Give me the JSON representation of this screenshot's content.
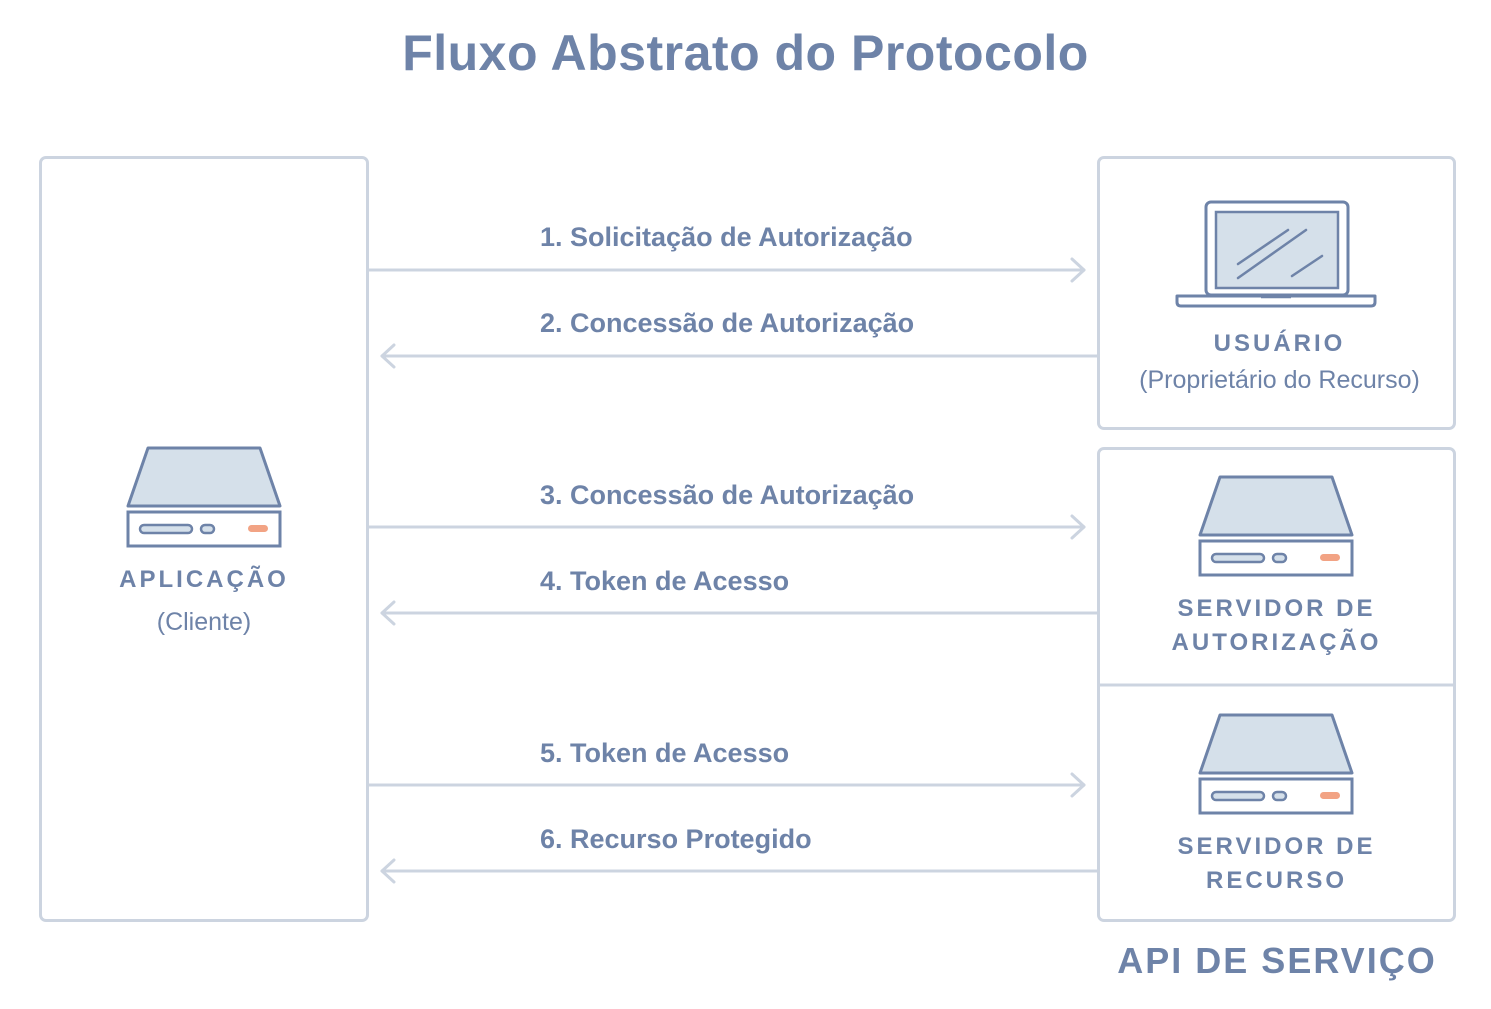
{
  "title": "Fluxo Abstrato do Protocolo",
  "client": {
    "name": "APLICAÇÃO",
    "sub": "(Cliente)"
  },
  "user": {
    "name": "USUÁRIO",
    "sub": "(Proprietário do Recurso)"
  },
  "auth_server": {
    "line1": "SERVIDOR DE",
    "line2": "AUTORIZAÇÃO"
  },
  "resource_server": {
    "line1": "SERVIDOR DE",
    "line2": "RECURSO"
  },
  "footer": "API DE SERVIÇO",
  "steps": [
    {
      "label": "1. Solicitação de Autorização",
      "direction": "right"
    },
    {
      "label": "2. Concessão de Autorização",
      "direction": "left"
    },
    {
      "label": "3. Concessão de Autorização",
      "direction": "right"
    },
    {
      "label": "4. Token de Acesso",
      "direction": "left"
    },
    {
      "label": "5. Token de Acesso",
      "direction": "right"
    },
    {
      "label": "6. Recurso Protegido",
      "direction": "left"
    }
  ],
  "colors": {
    "text": "#6e83a8",
    "border": "#ccd4e0",
    "fill": "#d5e0ea",
    "stroke": "#6e83a8",
    "accent": "#f2a384"
  }
}
